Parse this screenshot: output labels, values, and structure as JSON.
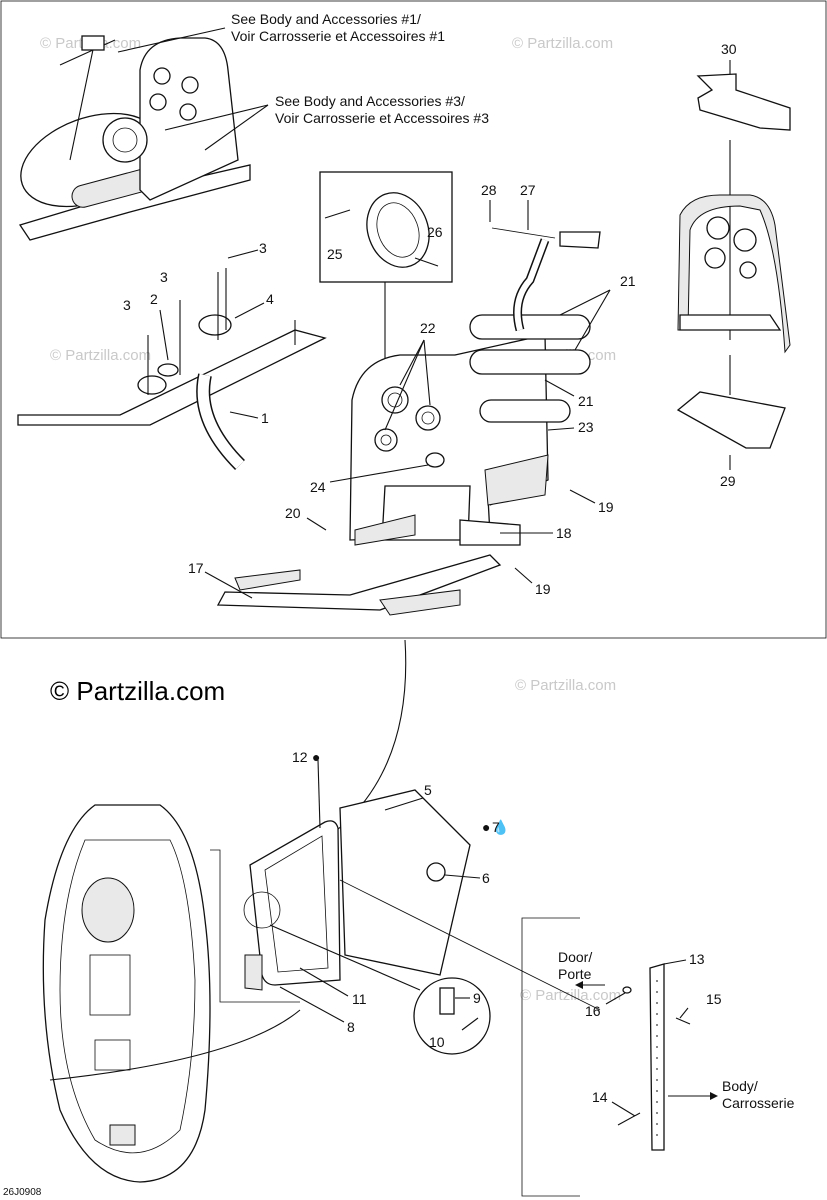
{
  "references": {
    "body_acc_1": [
      "See Body and Accessories #1/",
      "Voir Carrosserie et Accessoires #1"
    ],
    "body_acc_3": [
      "See Body and Accessories #3/",
      "Voir Carrosserie et Accessoires #3"
    ]
  },
  "callouts": [
    "1",
    "2",
    "3",
    "3",
    "3",
    "4",
    "5",
    "6",
    "7",
    "8",
    "9",
    "10",
    "11",
    "12",
    "13",
    "14",
    "15",
    "16",
    "17",
    "18",
    "19",
    "19",
    "20",
    "21",
    "21",
    "22",
    "23",
    "24",
    "25",
    "26",
    "27",
    "28",
    "29",
    "30"
  ],
  "notes": {
    "door": [
      "Door/",
      "Porte"
    ],
    "body": [
      "Body/",
      "Carrosserie"
    ]
  },
  "watermark": "© Partzilla.com",
  "brand_watermark": "© Partzilla.com",
  "drawing_code": "26J0908",
  "icons": [
    "droplet-icon"
  ],
  "colors": {
    "line": "#111111",
    "watermark": "#c9c9c9",
    "background": "#ffffff"
  }
}
